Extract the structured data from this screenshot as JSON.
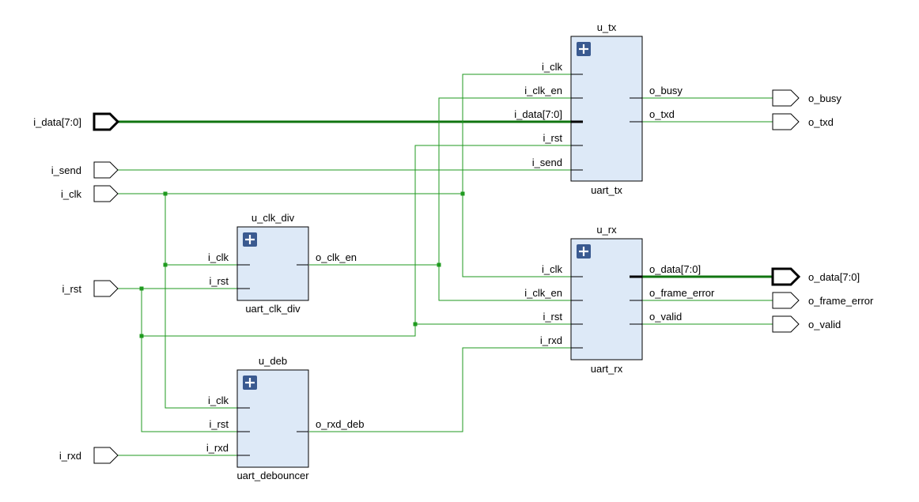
{
  "diagram": {
    "ports_in": {
      "i_data": "i_data[7:0]",
      "i_send": "i_send",
      "i_clk": "i_clk",
      "i_rst": "i_rst",
      "i_rxd": "i_rxd"
    },
    "ports_out": {
      "o_busy": "o_busy",
      "o_txd": "o_txd",
      "o_data": "o_data[7:0]",
      "o_frame_error": "o_frame_error",
      "o_valid": "o_valid"
    },
    "u_tx": {
      "instance": "u_tx",
      "module": "uart_tx",
      "pins": {
        "i_clk": "i_clk",
        "i_clk_en": "i_clk_en",
        "i_data": "i_data[7:0]",
        "i_rst": "i_rst",
        "i_send": "i_send",
        "o_busy": "o_busy",
        "o_txd": "o_txd"
      }
    },
    "u_rx": {
      "instance": "u_rx",
      "module": "uart_rx",
      "pins": {
        "i_clk": "i_clk",
        "i_clk_en": "i_clk_en",
        "i_rst": "i_rst",
        "i_rxd": "i_rxd",
        "o_data": "o_data[7:0]",
        "o_frame_error": "o_frame_error",
        "o_valid": "o_valid"
      }
    },
    "u_clk_div": {
      "instance": "u_clk_div",
      "module": "uart_clk_div",
      "pins": {
        "i_clk": "i_clk",
        "i_rst": "i_rst",
        "o_clk_en": "o_clk_en"
      }
    },
    "u_deb": {
      "instance": "u_deb",
      "module": "uart_debouncer",
      "pins": {
        "i_clk": "i_clk",
        "i_rst": "i_rst",
        "o_rxd_deb": "o_rxd_deb"
      }
    },
    "colors": {
      "wire": "#1f9a1f",
      "bus": "#107510",
      "block_fill": "#dde9f7",
      "expand_button": "#3a5a90"
    },
    "icons": {
      "expand": "plus-square-icon",
      "input_port": "input-port-arrow-icon",
      "output_port": "output-port-arrow-icon"
    }
  }
}
